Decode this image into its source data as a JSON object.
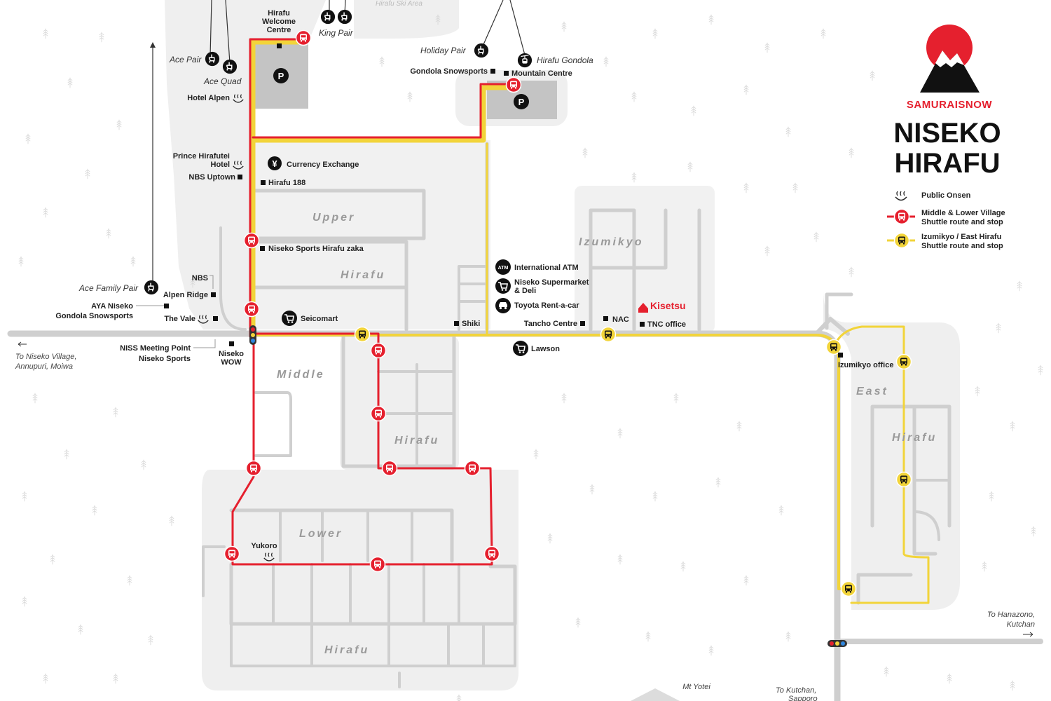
{
  "brand": {
    "name": "SAMURAISNOW",
    "title_line1": "NISEKO",
    "title_line2": "HIRAFU"
  },
  "colors": {
    "red_route": "#e5202e",
    "yellow_route": "#f2d43a",
    "road": "#cfcfcf",
    "area": "#efefef",
    "parking": "#c4c4c4"
  },
  "legend": [
    {
      "icon": "onsen-icon",
      "text_1": "Public Onsen",
      "text_2": ""
    },
    {
      "icon": "red-bus-stop-icon",
      "text_1": "Middle & Lower Village",
      "text_2": "Shuttle route and stop"
    },
    {
      "icon": "yellow-bus-stop-icon",
      "text_1": "Izumikyo / East Hirafu",
      "text_2": "Shuttle route and stop"
    }
  ],
  "districts": {
    "upper": "Upper",
    "upper_hirafu": "Hirafu",
    "izumikyo": "Izumikyo",
    "middle": "Middle",
    "middle_hirafu": "Hirafu",
    "lower": "Lower",
    "lower_hirafu": "Hirafu",
    "east": "East",
    "east_hirafu": "Hirafu"
  },
  "top_label": "Hirafu Ski Area",
  "lifts": {
    "ace_pair": "Ace Pair",
    "ace_quad": "Ace Quad",
    "king_pair": "King Pair",
    "holiday_pair": "Holiday Pair",
    "hirafu_gondola": "Hirafu Gondola",
    "ace_family_pair": "Ace Family Pair"
  },
  "places": {
    "welcome_1": "Hirafu",
    "welcome_2": "Welcome",
    "welcome_3": "Centre",
    "hotel_alpen": "Hotel Alpen",
    "prince_1": "Prince Hirafutei",
    "prince_2": "Hotel",
    "nbs_uptown": "NBS Uptown",
    "currency": "Currency Exchange",
    "hirafu188": "Hirafu 188",
    "gondola_snowsports": "Gondola Snowsports",
    "mountain_centre": "Mountain Centre",
    "niseko_sports_zaka": "Niseko Sports Hirafu zaka",
    "nbs": "NBS",
    "alpen_ridge": "Alpen Ridge",
    "aya_1": "AYA Niseko",
    "aya_2": "Gondola Snowsports",
    "the_vale": "The Vale",
    "seicomart": "Seicomart",
    "niss_1": "NISS Meeting Point",
    "niss_2": "Niseko Sports",
    "wow_1": "Niseko",
    "wow_2": "WOW",
    "intl_atm": "International ATM",
    "supermarket_1": "Niseko Supermarket",
    "supermarket_2": "& Deli",
    "toyota": "Toyota Rent-a-car",
    "shiki": "Shiki",
    "tancho": "Tancho Centre",
    "nac": "NAC",
    "kisetsu": "Kisetsu",
    "tnc": "TNC office",
    "lawson": "Lawson",
    "izumikyo_office": "Izumikyo office",
    "yukoro": "Yukoro",
    "atm_icon_text": "ATM",
    "yen_icon_text": "¥",
    "parking_text": "P"
  },
  "directions": {
    "west_1": "To Niseko Village,",
    "west_2": "Annupuri, Moiwa",
    "east_1": "To Hanazono,",
    "east_2": "Kutchan",
    "mt_yotei": "Mt Yotei",
    "south_1": "To Kutchan,",
    "south_2": "Sapporo"
  }
}
